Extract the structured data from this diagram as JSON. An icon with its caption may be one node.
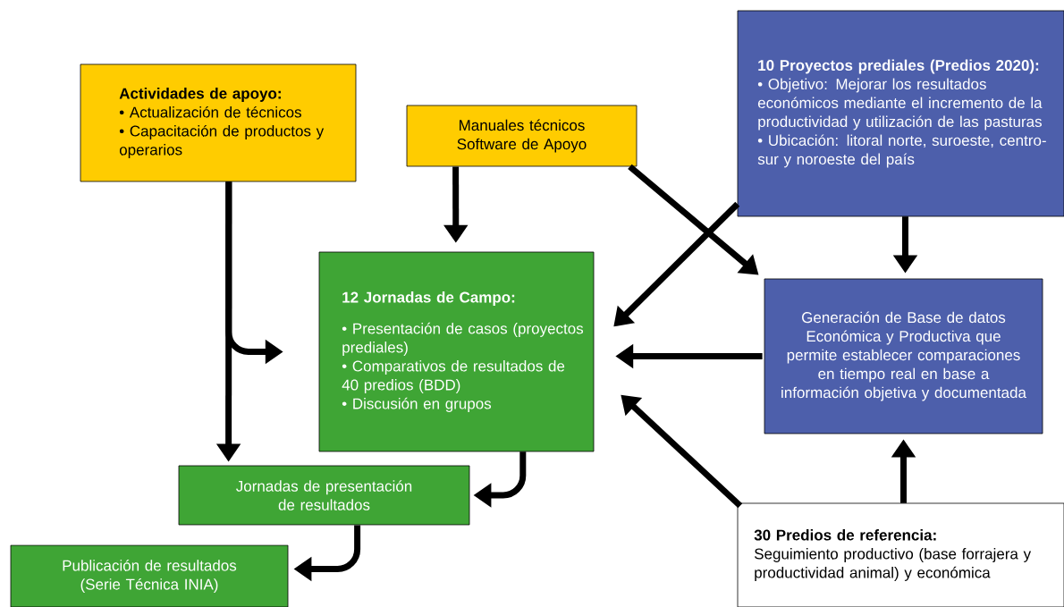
{
  "diagram": {
    "nodes": [
      {
        "text": [
          "Actividades de apoyo:",
          "• Actualización de técnicos",
          "• Capacitación de productos y operarios"
        ]
      },
      {
        "text": [
          "Manuales técnicos",
          "Software de Apoyo"
        ]
      },
      {
        "text": [
          "10 Proyectos prediales (Predios 2020):",
          "• Objetivo: Mejorar los resultados económicos mediante el incremento de la productividad y utilización de las pasturas",
          "• Ubicación: litoral norte, suroeste, centro-sur y noroeste del país"
        ]
      },
      {
        "text": [
          "12 Jornadas de Campo:",
          "• Presentación de casos (proyectos prediales)",
          "• Comparativos de resultados de 40 predios (BDD)",
          "• Discusión en grupos"
        ]
      },
      {
        "text": [
          "Generación de Base de datos Económica y Productiva que permite establecer comparaciones en tiempo real en base a información objetiva y documentada"
        ]
      },
      {
        "text": [
          "Jornadas de presentación de resultados"
        ]
      },
      {
        "text": [
          "30 Predios de referencia:",
          "Seguimiento productivo (base forrajera y productividad animal) y económica"
        ]
      },
      {
        "text": [
          "Publicación de resultados (Serie Técnica INIA)"
        ]
      }
    ],
    "edges": [
      {
        "from": 0,
        "to": 3,
        "arrow": "to"
      },
      {
        "from": 0,
        "to": 5,
        "arrow": "to"
      },
      {
        "from": 1,
        "to": 3,
        "arrow": "to"
      },
      {
        "from": 1,
        "to": 4,
        "arrow": "to"
      },
      {
        "from": 2,
        "to": 3,
        "arrow": "to"
      },
      {
        "from": 2,
        "to": 4,
        "arrow": "to"
      },
      {
        "from": 4,
        "to": 3,
        "arrow": "to"
      },
      {
        "from": 6,
        "to": 3,
        "arrow": "to"
      },
      {
        "from": 6,
        "to": 4,
        "arrow": "to"
      },
      {
        "from": 3,
        "to": 5,
        "arrow": "to"
      },
      {
        "from": 5,
        "to": 7,
        "arrow": "to"
      }
    ]
  }
}
